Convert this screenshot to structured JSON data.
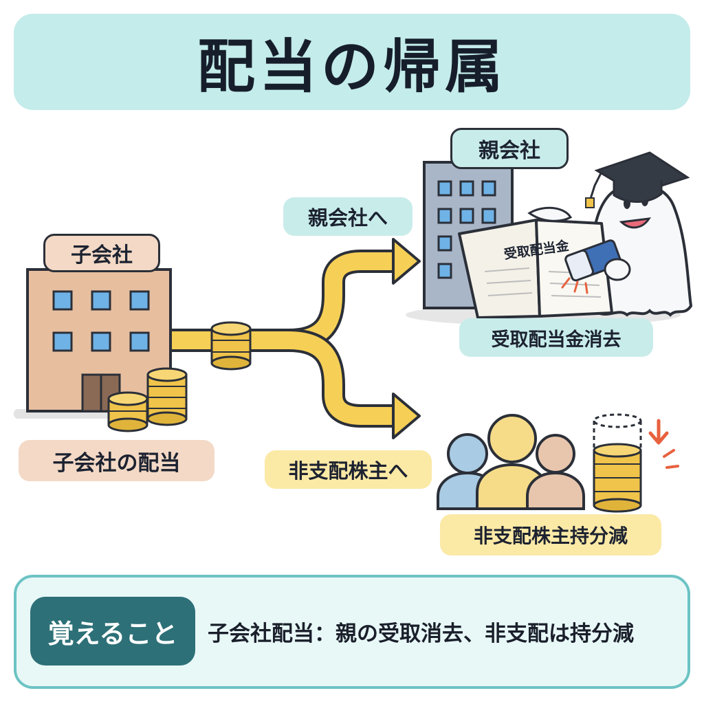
{
  "title": "配当の帰属",
  "subsidiary": {
    "tag": "子会社",
    "caption": "子会社の配当"
  },
  "parent": {
    "tag": "親会社",
    "route_label": "親会社へ",
    "ledger_label": "受取配当金",
    "caption": "受取配当金消去"
  },
  "minority": {
    "route_label": "非支配株主へ",
    "caption": "非支配株主持分減"
  },
  "summary": {
    "label": "覚えること",
    "text": "子会社配当：親の受取消去、非支配は持分減"
  },
  "colors": {
    "banner": "#c3ecea",
    "flow_arrow": "#f6cf56",
    "coin": "#f0c44a",
    "summary_label": "#2d7077",
    "decrease_marker": "#e8613e"
  },
  "icons": [
    "office-building-icon",
    "coin-stack-icon",
    "ledger-book-icon",
    "eraser-icon",
    "ghost-mascot-icon",
    "graduation-cap-icon",
    "person-icon",
    "down-arrow-icon"
  ]
}
